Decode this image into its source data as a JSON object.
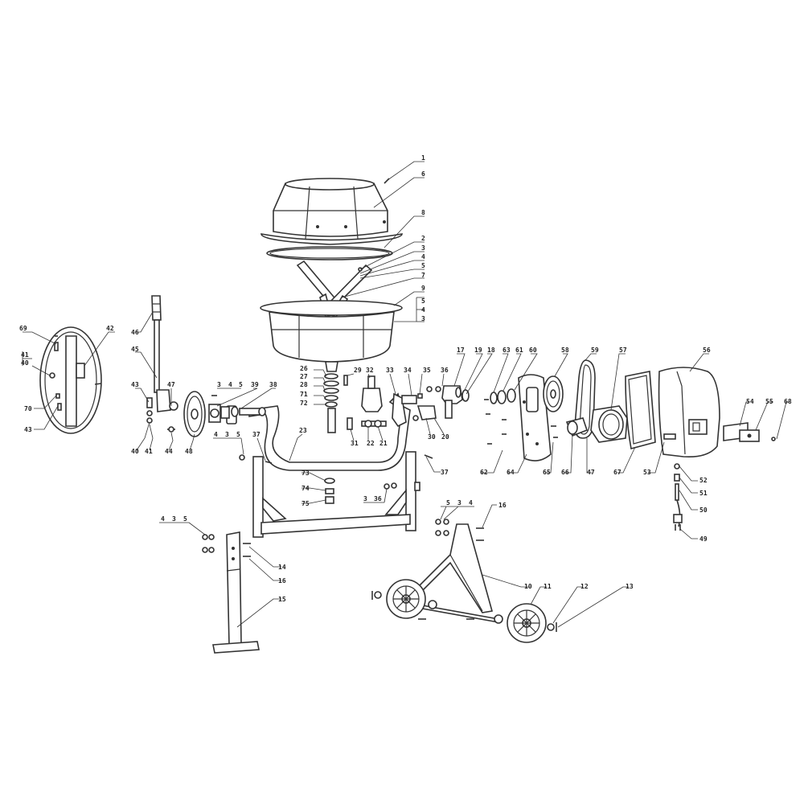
{
  "diagram": {
    "colors": {
      "line": "#333333",
      "background": "#ffffff"
    },
    "labels": {
      "l1": "1",
      "l6": "6",
      "l8": "8",
      "l2": "2",
      "l3a": "3",
      "l4a": "4",
      "l5a": "5",
      "l7": "7",
      "l9": "9",
      "l5b": "5",
      "l4b": "4",
      "l3b": "3",
      "l69": "69",
      "l42": "42",
      "l41a": "41",
      "l40a": "40",
      "l70": "70",
      "l43a": "43",
      "l46": "46",
      "l45": "45",
      "l43b": "43",
      "l47a": "47",
      "l40b": "40",
      "l41b": "41",
      "l44": "44",
      "l48": "48",
      "l3c": "3",
      "l4c": "4",
      "l5c": "5",
      "l39": "39",
      "l38": "38",
      "l4d": "4",
      "l3d": "3",
      "l5d": "5",
      "l37a": "37",
      "l23": "23",
      "l26": "26",
      "l27": "27",
      "l28": "28",
      "l71": "71",
      "l72": "72",
      "l29": "29",
      "l32": "32",
      "l33": "33",
      "l34": "34",
      "l35": "35",
      "l36a": "36",
      "l31": "31",
      "l22": "22",
      "l21": "21",
      "l30": "30",
      "l20": "20",
      "l17": "17",
      "l19": "19",
      "l18": "18",
      "l63": "63",
      "l61": "61",
      "l60": "60",
      "l58": "58",
      "l59": "59",
      "l57": "57",
      "l56": "56",
      "l62": "62",
      "l64": "64",
      "l65": "65",
      "l66": "66",
      "l47b": "47",
      "l67": "67",
      "l53": "53",
      "l54": "54",
      "l55": "55",
      "l68": "68",
      "l52": "52",
      "l51": "51",
      "l50": "50",
      "l49": "49",
      "l37b": "37",
      "l73": "73",
      "l74": "74",
      "l75": "75",
      "l3e": "3",
      "l36b": "36",
      "l5e": "5",
      "l3f": "3",
      "l4e": "4",
      "l16a": "16",
      "l4f": "4",
      "l3g": "3",
      "l5f": "5",
      "l14": "14",
      "l16b": "16",
      "l15": "15",
      "l10": "10",
      "l11": "11",
      "l12": "12",
      "l13": "13"
    }
  }
}
